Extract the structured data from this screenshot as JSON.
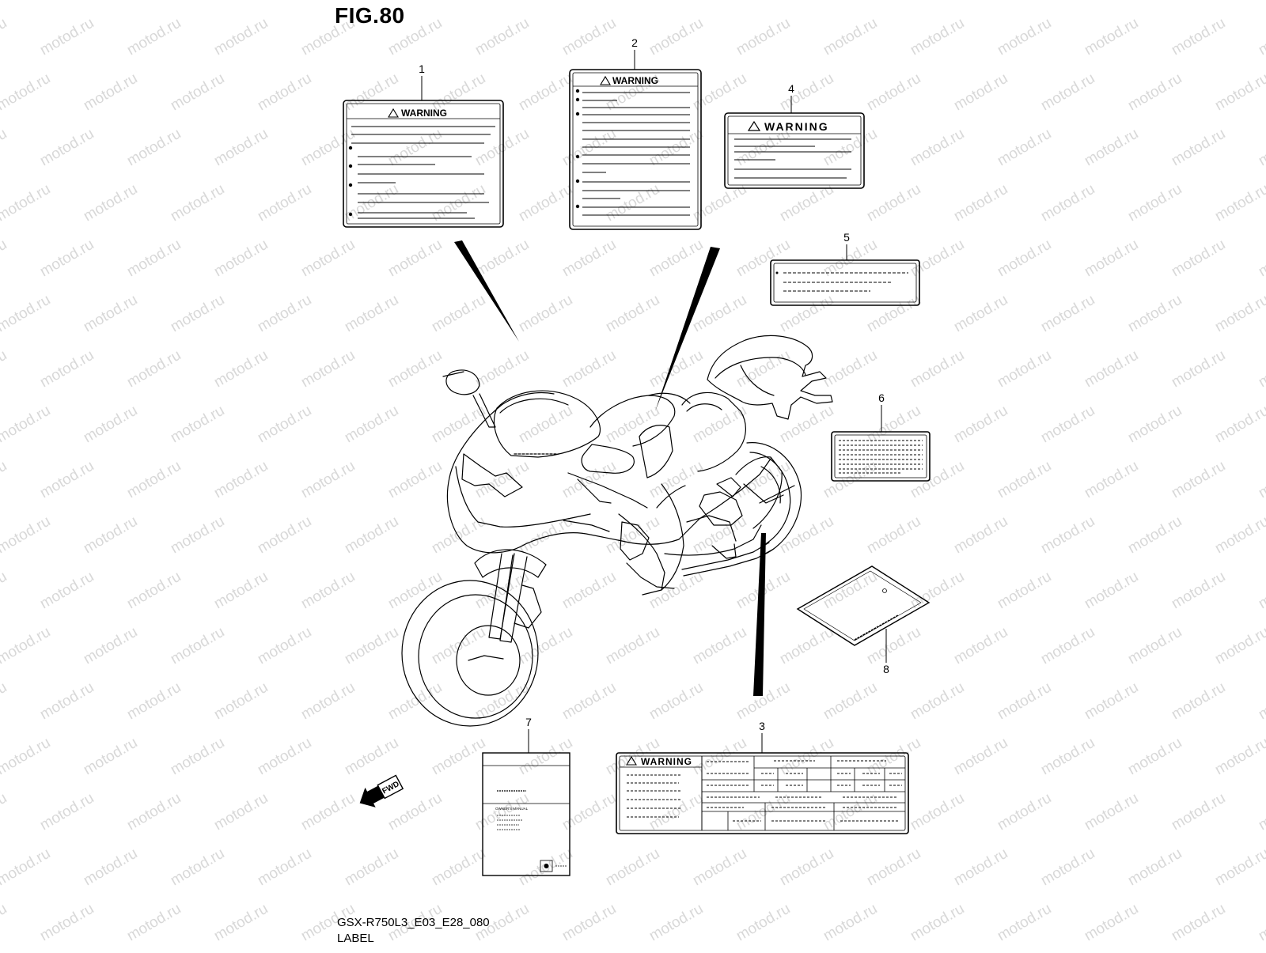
{
  "figure": {
    "title": "FIG.80"
  },
  "footer": {
    "code": "GSX-R750L3_E03_E28_080",
    "caption": "LABEL"
  },
  "watermark": "motod.ru",
  "callouts": {
    "c1": "1",
    "c2": "2",
    "c3": "3",
    "c4": "4",
    "c5": "5",
    "c6": "6",
    "c7": "7",
    "c8": "8"
  },
  "labels": {
    "warning_text": "WARNING",
    "owners_manual_text": "OWNER'S MANUAL"
  },
  "direction": {
    "fwd_text": "FWD"
  }
}
